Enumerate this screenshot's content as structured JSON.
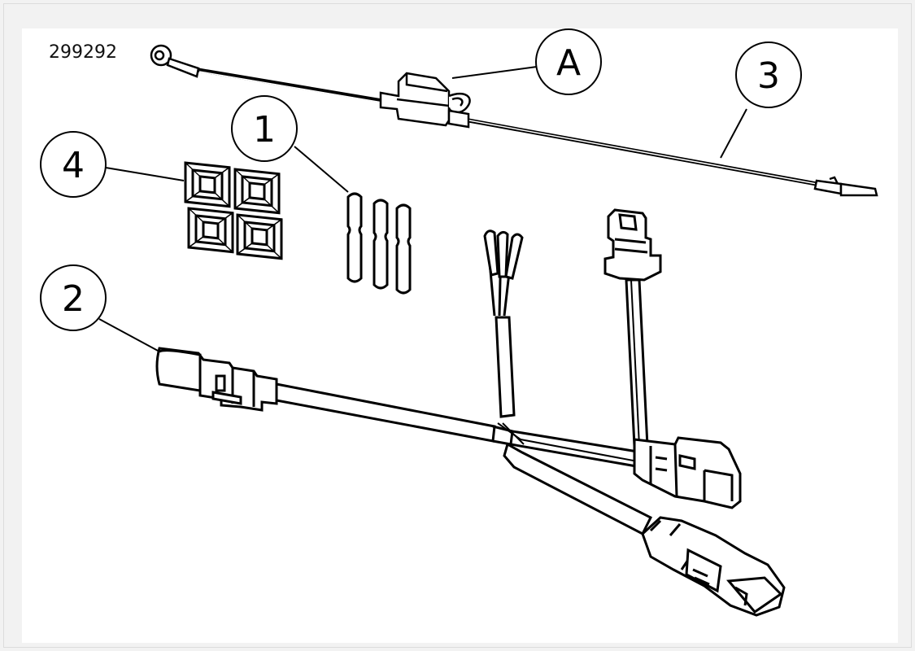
{
  "figure": {
    "id_label": "299292"
  },
  "callouts": [
    {
      "key": "A",
      "label": "A"
    },
    {
      "key": "3",
      "label": "3"
    },
    {
      "key": "1",
      "label": "1"
    },
    {
      "key": "4",
      "label": "4"
    },
    {
      "key": "2",
      "label": "2"
    }
  ],
  "colors": {
    "line": "#000000",
    "paper": "#ffffff",
    "background": "#f2f2f2",
    "sheath": "#f7f7f7"
  }
}
